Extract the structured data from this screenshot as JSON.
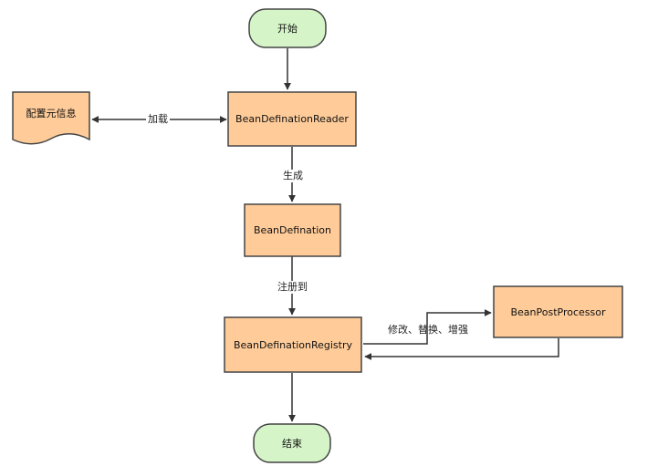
{
  "diagram": {
    "nodes": {
      "start": {
        "label": "开始",
        "shape": "terminator",
        "fill": "#d5f5c8",
        "stroke": "#444444"
      },
      "meta": {
        "label": "配置元信息",
        "shape": "document",
        "fill": "#ffcc99",
        "stroke": "#444444"
      },
      "reader": {
        "label": "BeanDefinationReader",
        "shape": "process",
        "fill": "#ffcc99",
        "stroke": "#444444"
      },
      "definition": {
        "label": "BeanDefination",
        "shape": "process",
        "fill": "#ffcc99",
        "stroke": "#444444"
      },
      "registry": {
        "label": "BeanDefinationRegistry",
        "shape": "process",
        "fill": "#ffcc99",
        "stroke": "#444444"
      },
      "post": {
        "label": "BeanPostProcessor",
        "shape": "process",
        "fill": "#ffcc99",
        "stroke": "#444444"
      },
      "end": {
        "label": "结束",
        "shape": "terminator",
        "fill": "#d5f5c8",
        "stroke": "#444444"
      }
    },
    "edges": {
      "start_reader": {
        "from": "start",
        "to": "reader",
        "label": ""
      },
      "meta_reader": {
        "from": "meta",
        "to": "reader",
        "label": "加载",
        "bidirectional": true
      },
      "reader_definition": {
        "from": "reader",
        "to": "definition",
        "label": "生成"
      },
      "definition_registry": {
        "from": "definition",
        "to": "registry",
        "label": "注册到"
      },
      "registry_post": {
        "from": "registry",
        "to": "post",
        "label": "修改、替换、增强"
      },
      "post_registry": {
        "from": "post",
        "to": "registry",
        "label": ""
      },
      "registry_end": {
        "from": "registry",
        "to": "end",
        "label": ""
      }
    },
    "colors": {
      "edge": "#333333"
    }
  }
}
